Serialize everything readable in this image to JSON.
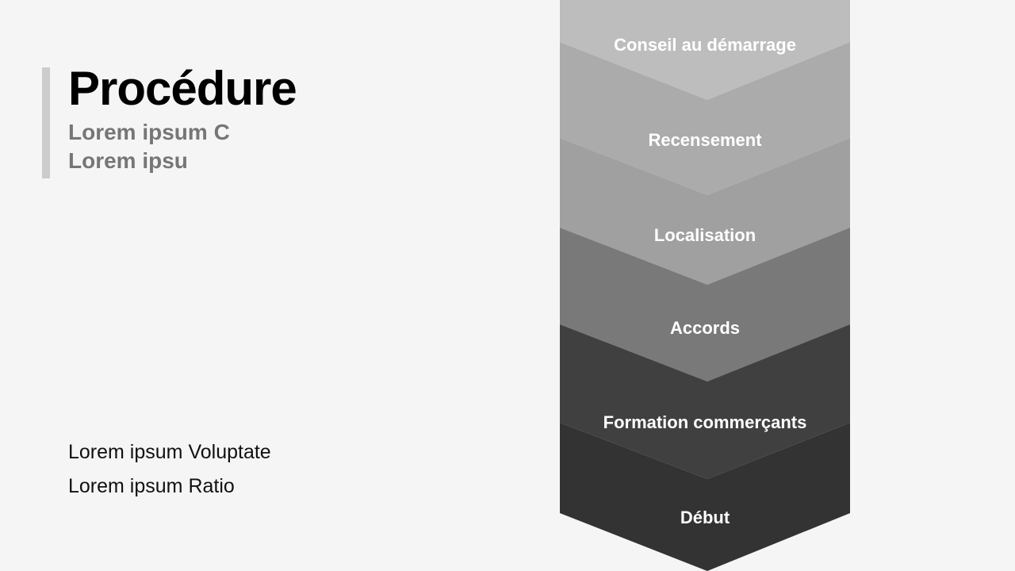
{
  "header": {
    "title": "Procédure",
    "subtitle_line1": "Lorem ipsum C",
    "subtitle_line2": "Lorem ipsu"
  },
  "notes": [
    "Lorem ipsum Voluptate",
    "Lorem ipsum Ratio"
  ],
  "steps": [
    {
      "label": "Conseil au démarrage",
      "color": "#bdbdbd"
    },
    {
      "label": "Recensement",
      "color": "#ababab"
    },
    {
      "label": "Localisation",
      "color": "#a0a0a0"
    },
    {
      "label": "Accords",
      "color": "#797979"
    },
    {
      "label": "Formation commerçants",
      "color": "#404040"
    },
    {
      "label": "Début",
      "color": "#333333"
    }
  ]
}
